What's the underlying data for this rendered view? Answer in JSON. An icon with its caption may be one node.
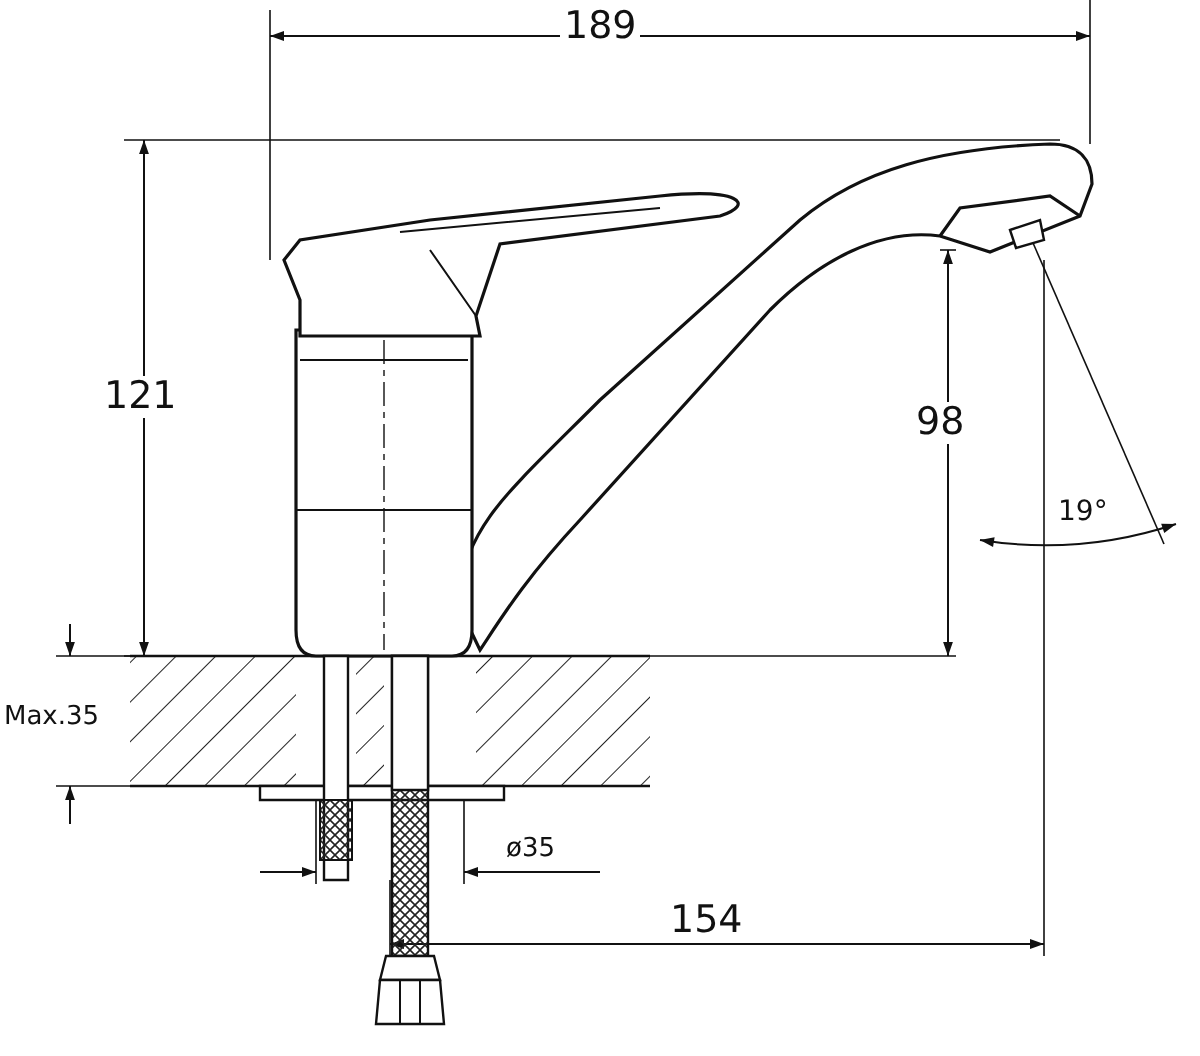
{
  "diagram": {
    "labels": [
      "189",
      "121",
      "98",
      "19°",
      "Max.35",
      "ø35",
      "154"
    ]
  }
}
